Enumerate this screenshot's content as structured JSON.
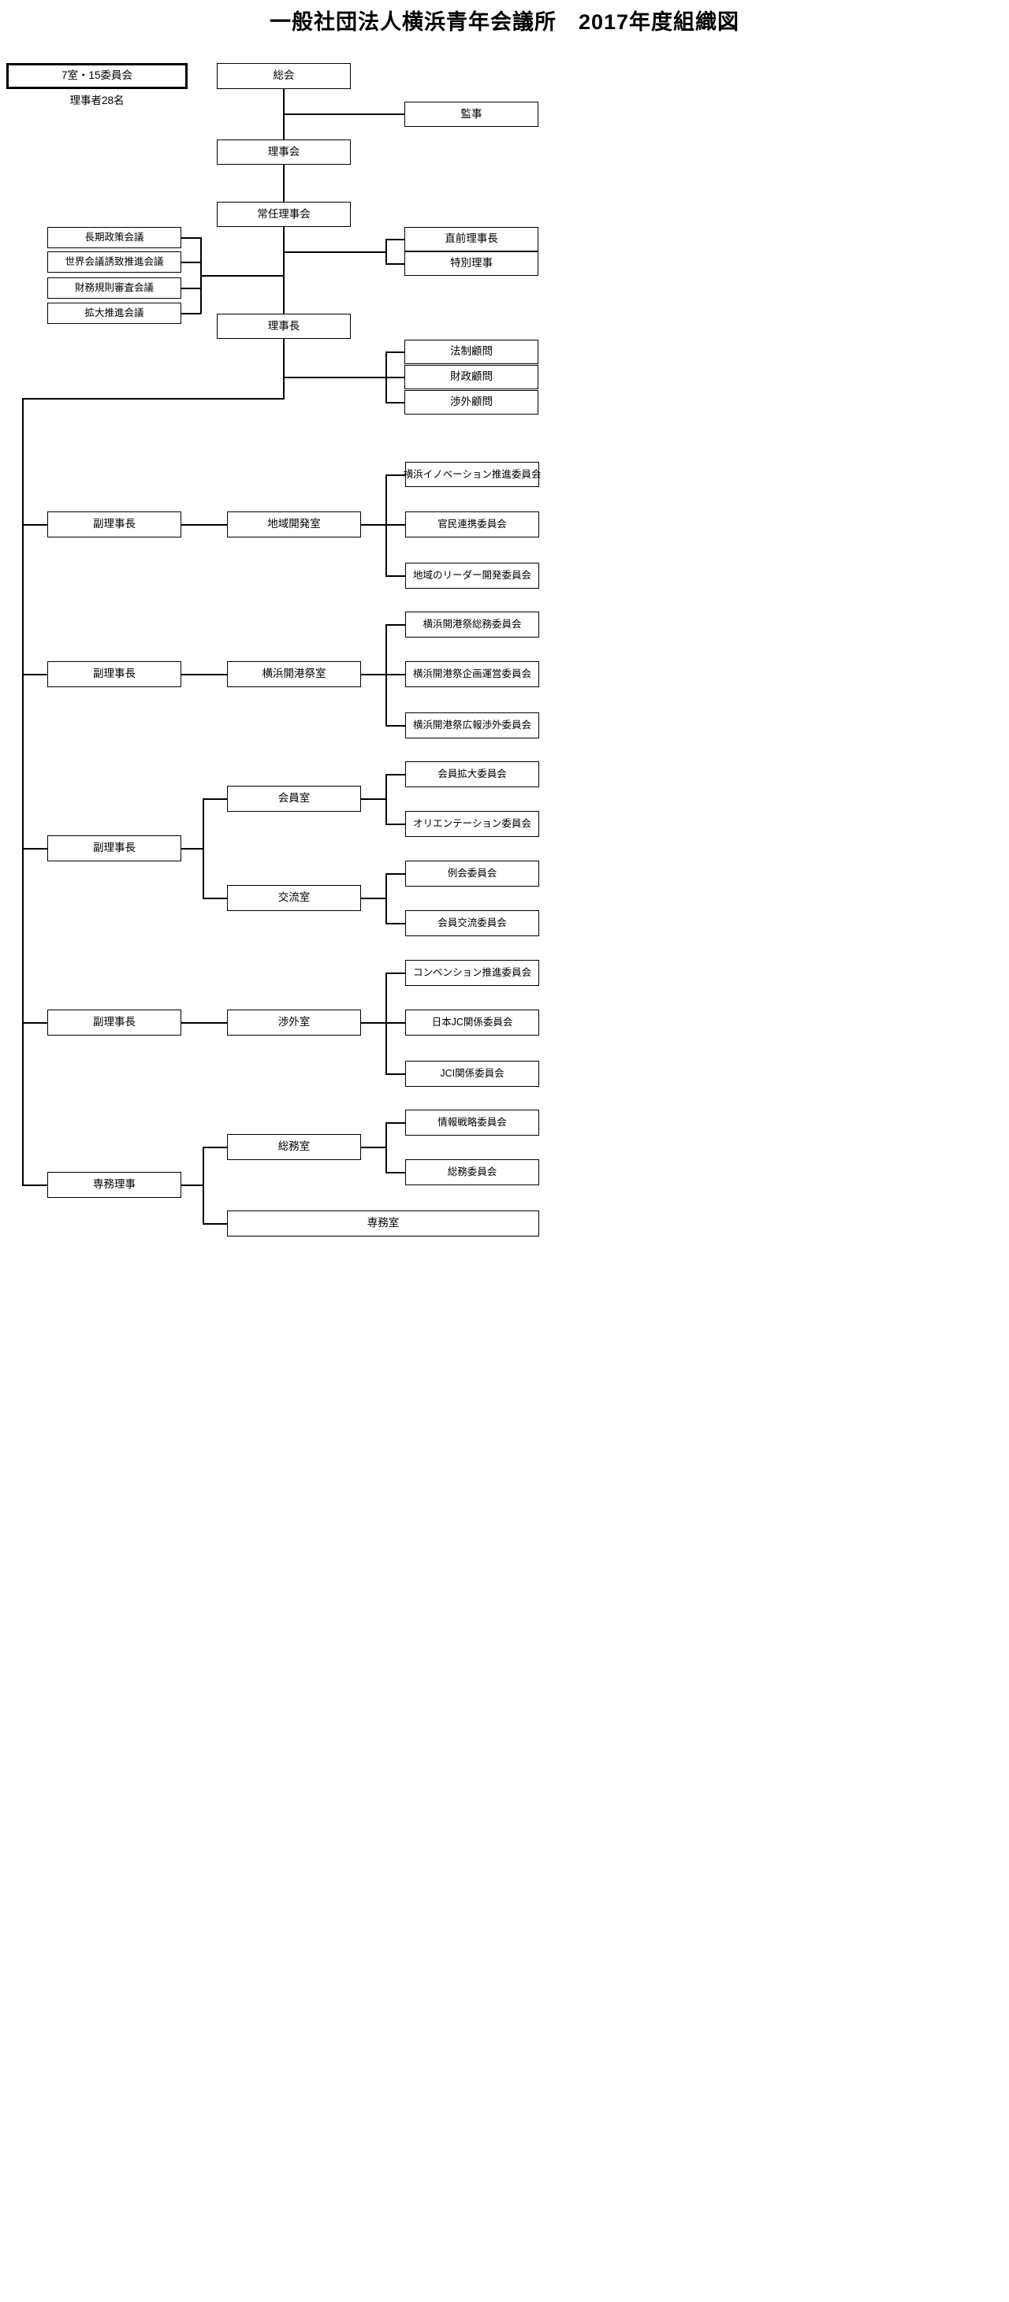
{
  "title": "一般社団法人横浜青年会議所　2017年度組織図",
  "summary": {
    "box_label": "7室・15委員会",
    "caption": "理事者28名"
  },
  "governance": {
    "sokai": "総会",
    "kanji": "監事",
    "rijikai": "理事会",
    "joninrijikai": "常任理事会",
    "rijicho": "理事長"
  },
  "councils": [
    {
      "label": "長期政策会議"
    },
    {
      "label": "世界会議誘致推進会議"
    },
    {
      "label": "財務規則審査会議"
    },
    {
      "label": "拡大推進会議"
    }
  ],
  "special_officers": [
    {
      "label": "直前理事長"
    },
    {
      "label": "特別理事"
    }
  ],
  "advisors": [
    {
      "label": "法制顧問"
    },
    {
      "label": "財政顧問"
    },
    {
      "label": "渉外顧問"
    }
  ],
  "branches": [
    {
      "officer": "副理事長",
      "rooms": [
        {
          "name": "地域開発室",
          "committees": [
            "横浜イノベーション推進委員会",
            "官民連携委員会",
            "地域のリーダー開発委員会"
          ]
        }
      ]
    },
    {
      "officer": "副理事長",
      "rooms": [
        {
          "name": "横浜開港祭室",
          "committees": [
            "横浜開港祭総務委員会",
            "横浜開港祭企画運営委員会",
            "横浜開港祭広報渉外委員会"
          ]
        }
      ]
    },
    {
      "officer": "副理事長",
      "rooms": [
        {
          "name": "会員室",
          "committees": [
            "会員拡大委員会",
            "オリエンテーション委員会"
          ]
        },
        {
          "name": "交流室",
          "committees": [
            "例会委員会",
            "会員交流委員会"
          ]
        }
      ]
    },
    {
      "officer": "副理事長",
      "rooms": [
        {
          "name": "渉外室",
          "committees": [
            "コンベンション推進委員会",
            "日本JC関係委員会",
            "JCI関係委員会"
          ]
        }
      ]
    },
    {
      "officer": "専務理事",
      "rooms": [
        {
          "name": "総務室",
          "committees": [
            "情報戦略委員会",
            "総務委員会"
          ]
        },
        {
          "name": "専務室",
          "committees": []
        }
      ]
    }
  ],
  "colors": {
    "line": "#000000",
    "box_fill": "#ffffff",
    "text": "#000000"
  }
}
